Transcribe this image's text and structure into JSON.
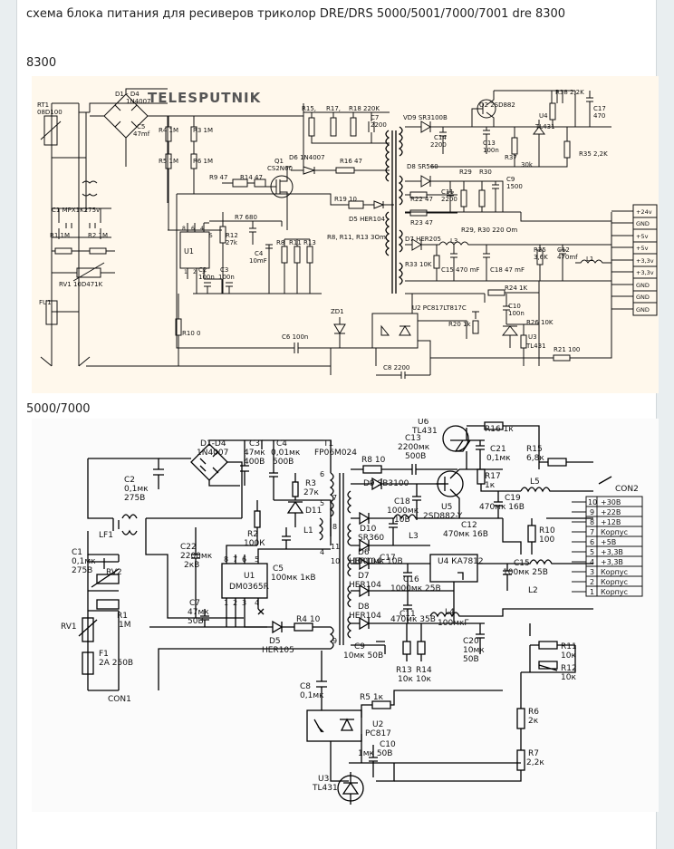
{
  "post": {
    "title": "схема блока питания для ресиверов триколор DRE/DRS 5000/5001/7000/7001 dre 8300"
  },
  "schematic_8300": {
    "heading": "8300",
    "watermark": "TELESPUTNIK",
    "labels": {
      "rt1": "RT1",
      "rt1_v": "08D100",
      "d1d4": "D1 - D4",
      "d1d4_v": "1N4007",
      "c5": "C5",
      "c5_v": "47mf",
      "r4": "R4  1M",
      "r3": "R3  1M",
      "r5": "R5  1M",
      "r6": "R6  1M",
      "r15": "R15,",
      "r17": "R17,",
      "r18": "R18  220K",
      "c7": "C7",
      "c7_v": "2200",
      "q1": "Q1",
      "q1_v": "CS2N60",
      "d6": "D6  1N4007",
      "r16": "R16  47",
      "vd9": "VD9 SR3100B",
      "q2": "Q2  2SD882",
      "r38": "R38 2,2K",
      "c17": "C17",
      "c17_v": "470",
      "u4": "U4",
      "u4_v": "TL431",
      "c14": "C14",
      "c14_v": "2200",
      "c13": "C13",
      "c13_v": "100n",
      "r37": "R37",
      "r37_v": "30k",
      "r35": "R35 2,2K",
      "c1": "C1 MPX1K275v",
      "r1": "R1 1M",
      "r2": "R2 1M",
      "rv1": "RV1  10D471K",
      "fu1": "FU1",
      "r9": "R9  47",
      "r14": "R14  47",
      "r19": "R19 10",
      "d5": "D5  HER104",
      "d8": "D8  SR560",
      "r29": "R29",
      "r30": "R30",
      "r22": "R22  47",
      "r23": "R23  47",
      "c11": "C11",
      "c11_v": "2200",
      "c9": "C9",
      "c9_v": "1500",
      "r29r30": "R29, R30 220 Om",
      "d7": "D7  HER205",
      "l3": "L3",
      "r33": "R33 10K",
      "c15": "C15 470 mF",
      "c18": "C18 47 mF",
      "r25": "R25",
      "r25_v": "3,6K",
      "c12": "C12",
      "c12_v": "470mf",
      "l1": "L1",
      "u1": "U1",
      "r7": "R7  680",
      "r12": "R12",
      "r12_v": "27k",
      "c4": "C4",
      "c4_v": "10mF",
      "r8r11r13": "R8,  R11,  R13  3Om",
      "r8": "R8",
      "r11": "R11",
      "r13": "R13",
      "c2": "C2",
      "c2_v": "100n",
      "c3": "C3",
      "c3_v": "100n",
      "u2": "U2  PC817LT817C",
      "r24": "R24  1K",
      "c10": "C10",
      "c10_v": "100n",
      "r20": "R20 1k",
      "u3": "U3",
      "u3_v": "TL431",
      "r26": "R26 10K",
      "r21": "R21  100",
      "r10": "R10  0",
      "c6": "C6  100n",
      "zd1": "ZD1",
      "c8": "C8  2200",
      "pins": [
        "8",
        "6",
        "4",
        "5",
        "1",
        "2",
        "3"
      ]
    },
    "connector": [
      "+24v",
      "GND",
      "+5v",
      "+5v",
      "+3,3v",
      "+3,3v",
      "GND",
      "GND",
      "GND"
    ]
  },
  "schematic_5000": {
    "heading": "5000/7000",
    "labels": {
      "u6": "U6",
      "u6_v": "TL431",
      "r16": "R16  1к",
      "c21": "C21",
      "c21_v": "0,1мк",
      "r15": "R15",
      "r15_v": "6,8к",
      "c13": "C13",
      "c13_v": "2200мк",
      "c13_v2": "500В",
      "r8": "R8  10",
      "d9": "D9  SB3100",
      "r17": "R17",
      "r17_v": "1к",
      "l5": "L5",
      "d1d4": "D1-D4",
      "d1d4_v": "1N4007",
      "c3": "C3",
      "c3_v": "47мк",
      "c3_v2": "400В",
      "c4": "C4",
      "c4_v": "0,01мк",
      "c4_v2": "500В",
      "t1": "T1",
      "t1_v": "FP06M024",
      "c18": "C18",
      "c18_v": "1000мк",
      "c18_v2": "10В",
      "u5": "U5",
      "u5_v": "2SD882-Y",
      "c19": "C19",
      "c19_v": "470мк 16В",
      "con2": "CON2",
      "c2": "C2",
      "c2_v": "0,1мк",
      "c2_v2": "275В",
      "r3": "R3",
      "r3_v": "27к",
      "d11": "D11",
      "l1": "L1",
      "d10": "D10",
      "d10_v": "SR360",
      "l3": "L3",
      "c12": "C12",
      "c12_v": "470мк 16В",
      "r10": "R10",
      "r10_v": "100",
      "lf1": "LF1",
      "r2": "R2",
      "r2_v": "100К",
      "c22": "C22",
      "c22_v": "2200мк",
      "c22_v2": "2кВ",
      "c5": "C5",
      "c5_v": "100мк 1кВ",
      "c17": "C17",
      "c17_v": "1000мк 10В",
      "d6": "D6",
      "d6_v": "HER104",
      "u4": "U4  КА7812",
      "c15": "C15",
      "c15_v": "100мк 25В",
      "c1": "C1",
      "c1_v": "0,1мк",
      "c1_v2": "275В",
      "rv2": "RV2",
      "u1": "U1",
      "u1_v": "DM0365R",
      "d7": "D7",
      "d7_v": "HER104",
      "c16": "C16",
      "c16_v": "1000мк 25В",
      "l2": "L2",
      "r1": "R1",
      "r1_v": "1M",
      "c7": "C7",
      "c7_v": "47мк",
      "c7_v2": "50В",
      "r4": "R4  10",
      "d8": "D8",
      "d8_v": "HER104",
      "c11": "C11",
      "c11_v": "470мк 35В",
      "l4": "L4",
      "l4_v": "100мкГ",
      "rv1": "RV1",
      "d5": "D5",
      "d5_v": "HER105",
      "c9": "C9",
      "c9_v": "10мк 50В",
      "c20": "C20",
      "c20_v": "10мк",
      "c20_v2": "50В",
      "r11": "R11",
      "r11_v": "10к",
      "r12": "R12",
      "r12_v": "10к",
      "f1": "F1",
      "f1_v": "2A 250В",
      "r13": "R13",
      "r13_v": "10к",
      "r14": "R14",
      "r14_v": "10к",
      "c8": "C8",
      "c8_v": "0,1мк",
      "con1": "CON1",
      "r5": "R5  1к",
      "u2": "U2",
      "u2_v": "PC817",
      "r6": "R6",
      "r6_v": "2к",
      "c10": "C10",
      "c10_v": "1мк 50В",
      "r7": "R7",
      "r7_v": "2,2к",
      "u3": "U3",
      "u3_v": "TL431",
      "u1pins": [
        "8",
        "7",
        "6",
        "5",
        "1",
        "2",
        "3",
        "4"
      ],
      "tpins": [
        "7",
        "8",
        "11",
        "10",
        "9",
        "6",
        "5",
        "4"
      ]
    },
    "connector": [
      {
        "n": "10",
        "t": "+30В"
      },
      {
        "n": "9",
        "t": "+22В"
      },
      {
        "n": "8",
        "t": "+12В"
      },
      {
        "n": "7",
        "t": "Корпус"
      },
      {
        "n": "6",
        "t": "+5В"
      },
      {
        "n": "5",
        "t": "+3,3В"
      },
      {
        "n": "4",
        "t": "+3,3В"
      },
      {
        "n": "3",
        "t": "Корпус"
      },
      {
        "n": "2",
        "t": "Корпус"
      },
      {
        "n": "1",
        "t": "Корпус"
      }
    ]
  }
}
